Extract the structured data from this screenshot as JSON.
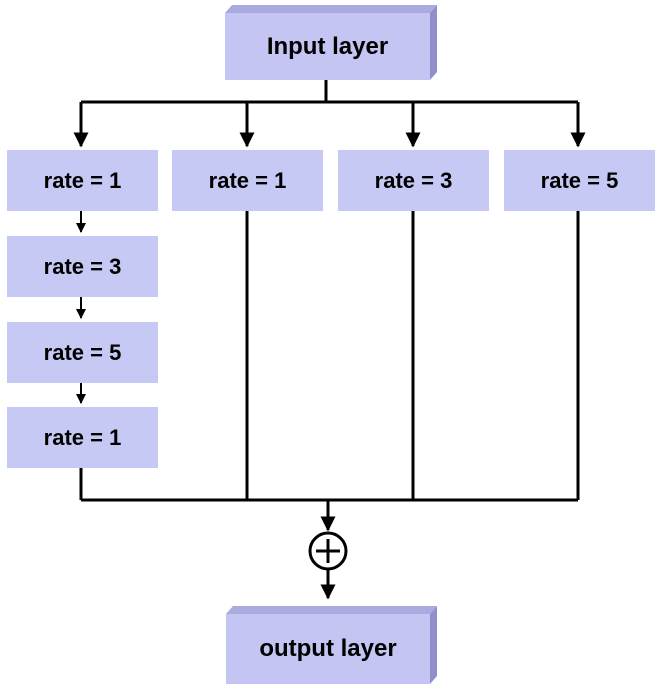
{
  "diagram": {
    "input_label": "Input layer",
    "output_label": "output layer",
    "column1": [
      "rate = 1",
      "rate = 3",
      "rate = 5",
      "rate = 1"
    ],
    "column2": [
      "rate = 1"
    ],
    "column3": [
      "rate = 3"
    ],
    "column4": [
      "rate = 5"
    ],
    "sum_symbol": "⊕"
  },
  "colors": {
    "box_fill": "#c7c9f5",
    "io_face": "#c4c5f2",
    "io_top": "#a9aade",
    "io_side": "#8f90cb",
    "line": "#000000"
  }
}
